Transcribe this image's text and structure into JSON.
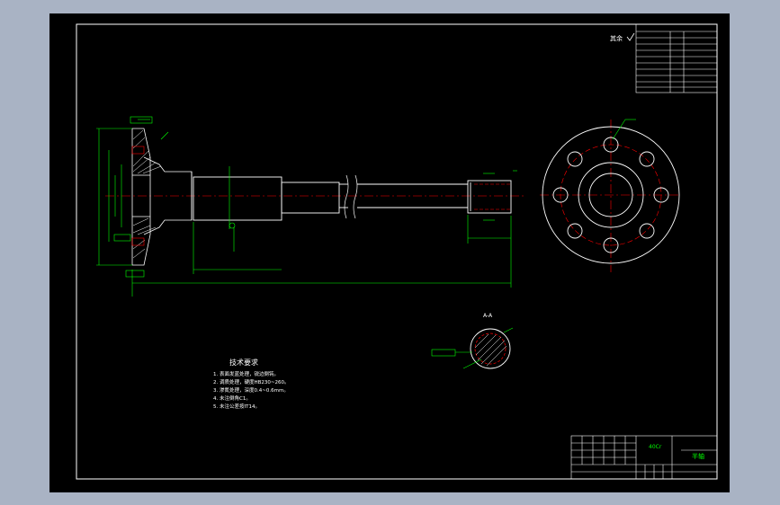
{
  "drawing": {
    "surface_symbol": "其余",
    "notes": {
      "title": "技术要求",
      "items": [
        "1. 表面发蓝处理，锐边倒钝。",
        "2. 调质处理，硬度HB230~260。",
        "3. 渗氮处理，深度0.4~0.6mm。",
        "4. 未注倒角C1。",
        "5. 未注公差按IT14。"
      ]
    },
    "title_block": {
      "part_name": "半轴",
      "material": "40Cr"
    },
    "section_label": "A-A"
  },
  "colors": {
    "background": "#000000",
    "outline": "#ffffff",
    "dimension": "#00ff00",
    "center_line": "#ff0000",
    "hatch": "#ffffff",
    "window_frame": "#a9b3c4"
  }
}
